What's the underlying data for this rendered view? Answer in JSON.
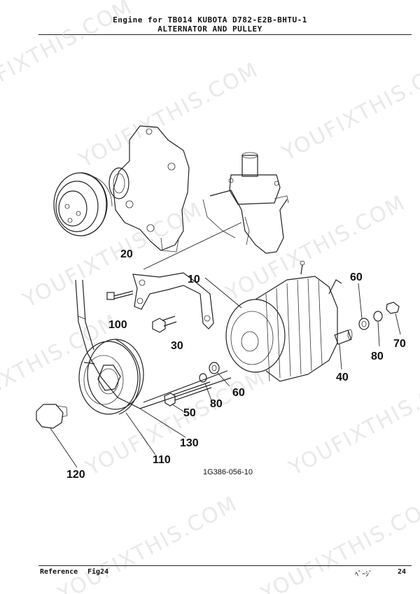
{
  "header": {
    "line1": "Engine for TB014  KUBOTA  D782-E2B-BHTU-1",
    "line2": "ALTERNATOR AND PULLEY"
  },
  "watermark": {
    "text": "YOUFIXTHIS.COM"
  },
  "diagram": {
    "reference_code": "1G386-056-10",
    "callouts": [
      "20",
      "10",
      "60",
      "100",
      "30",
      "80",
      "70",
      "40",
      "60",
      "80",
      "50",
      "130",
      "110",
      "120"
    ]
  },
  "footer": {
    "reference_label": "Reference",
    "figure_label": "Fig24",
    "page_label": "ﾍﾟｰｼﾞ",
    "page_number": "24"
  }
}
